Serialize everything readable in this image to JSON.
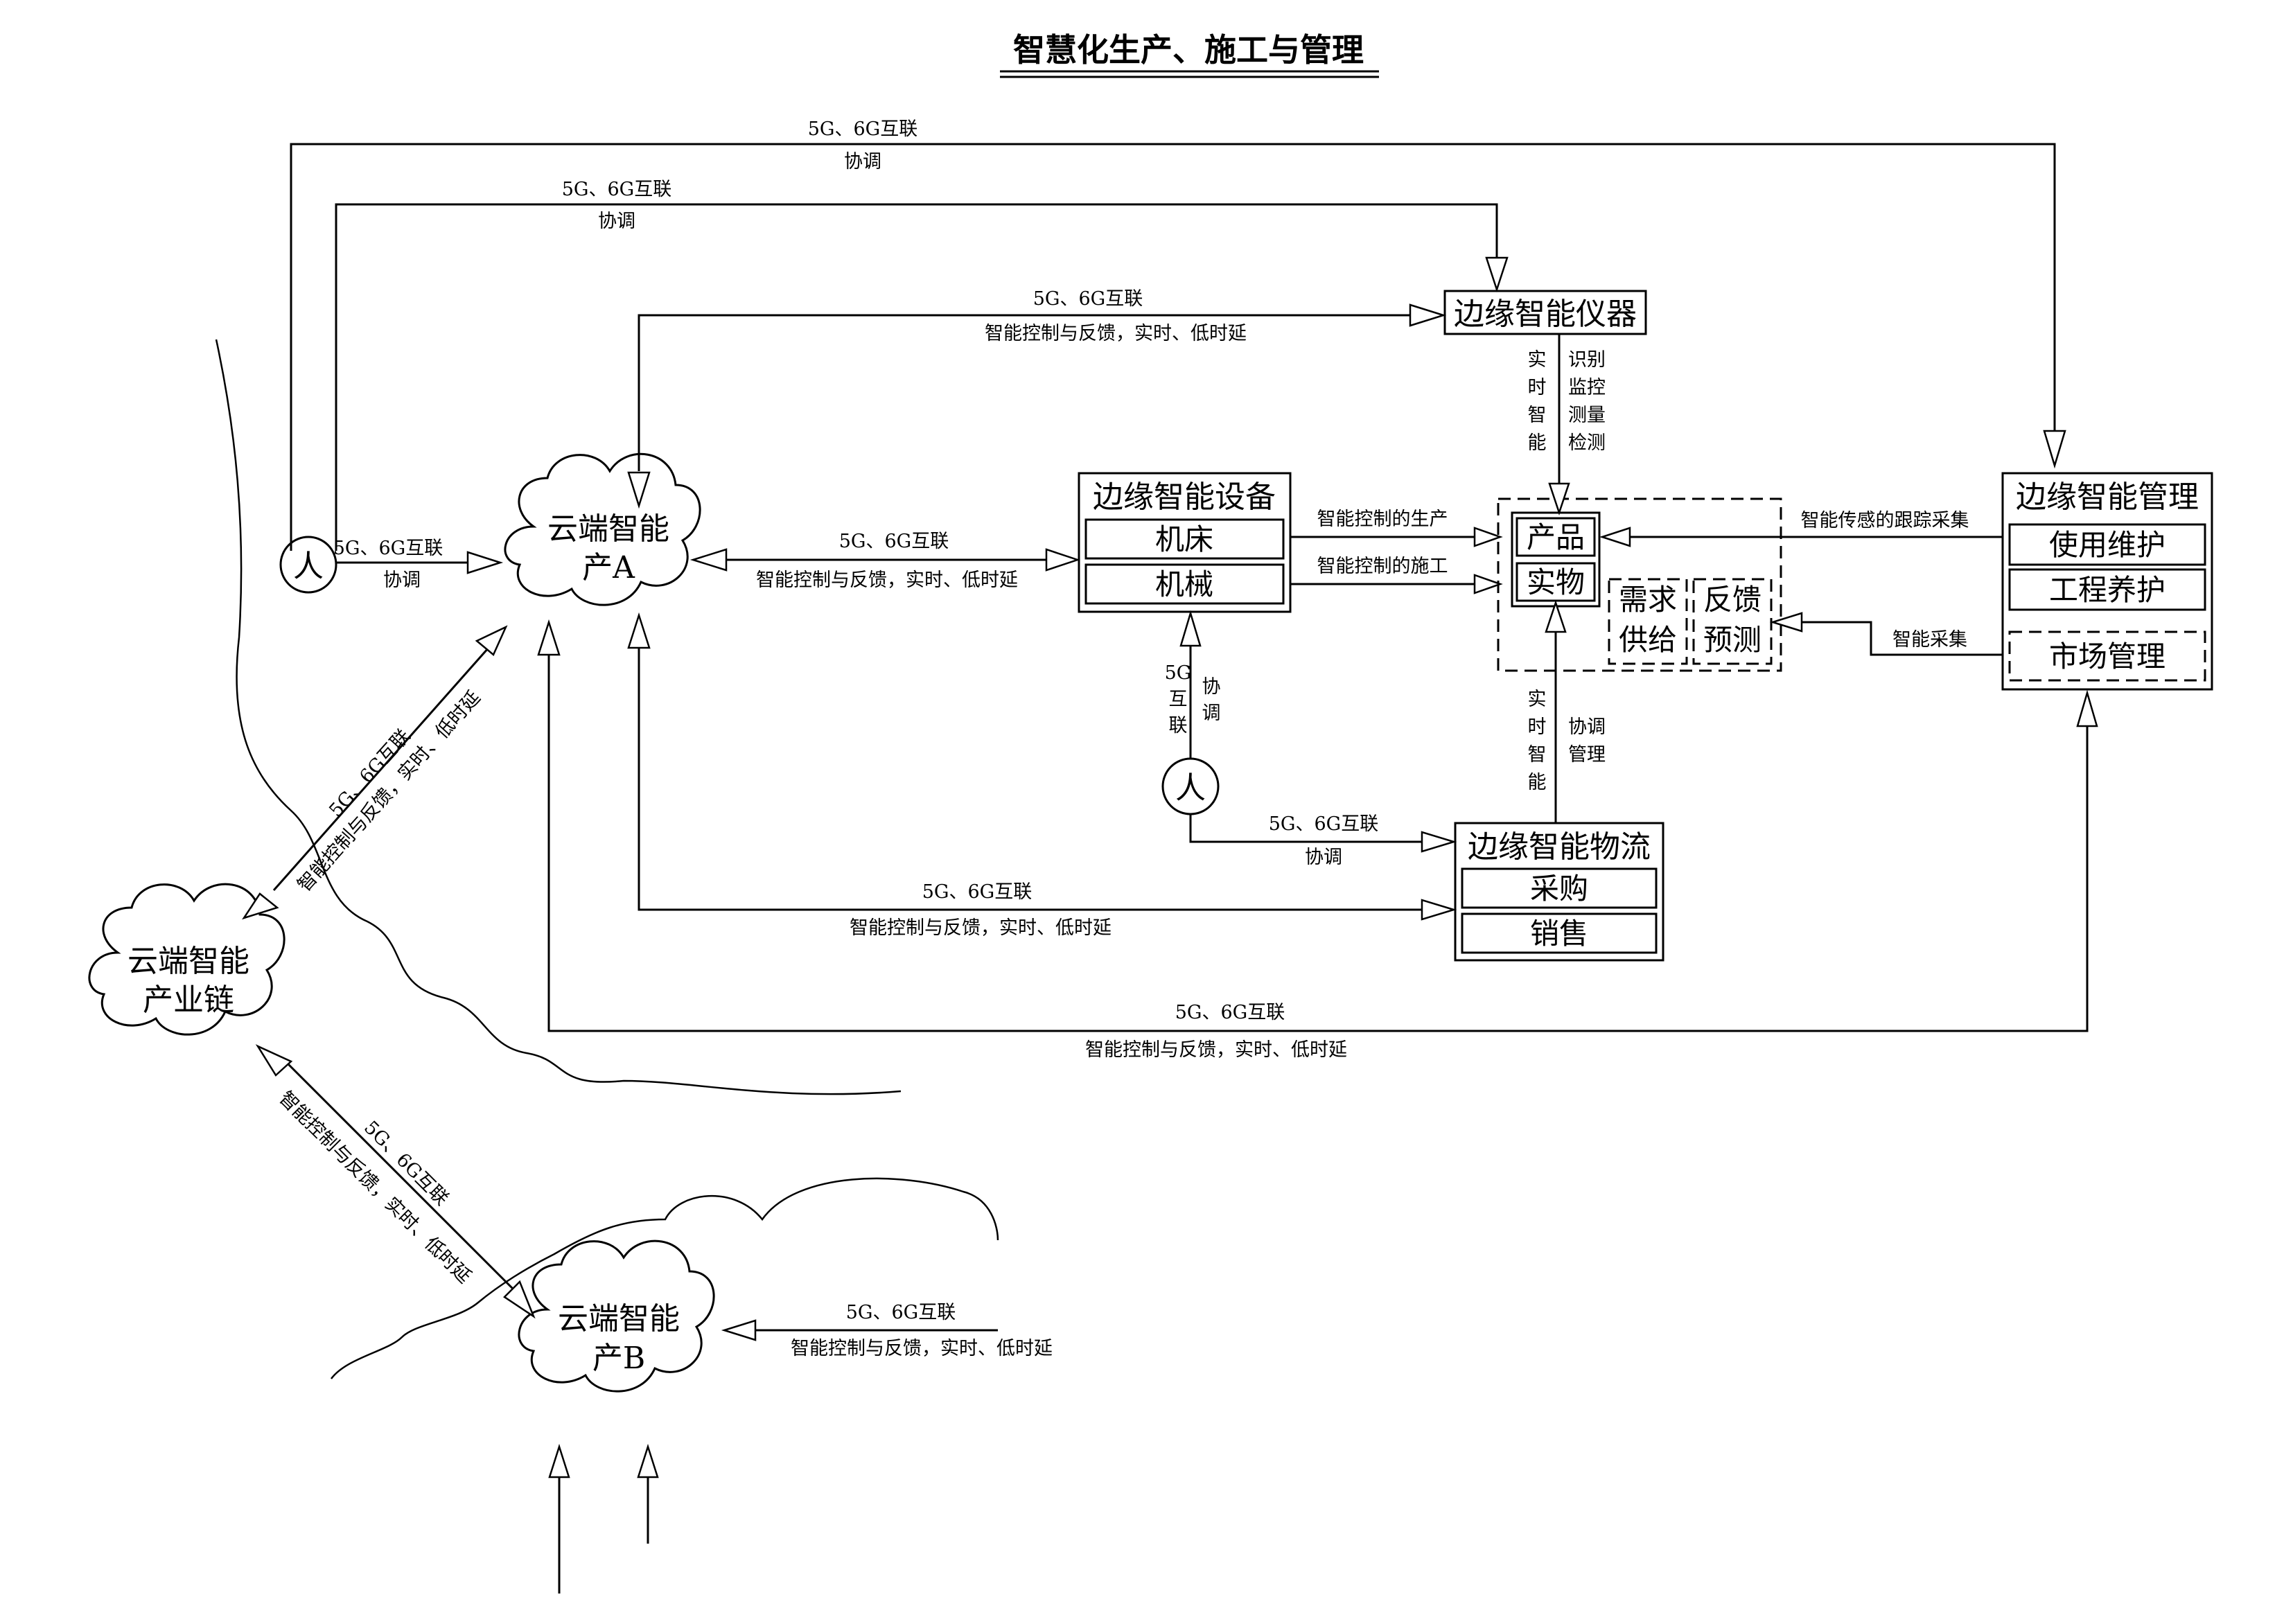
{
  "title": "智慧化生产、施工与管理",
  "common": {
    "net": "5G、6G互联",
    "coord": "协调",
    "ctrl": "智能控制与反馈，实时、低时延",
    "person": "人"
  },
  "clouds": {
    "a_line1": "云端智能",
    "a_line2": "产A",
    "chain_line1": "云端智能",
    "chain_line2": "产业链",
    "b_line1": "云端智能",
    "b_line2": "产B"
  },
  "instrument": {
    "title": "边缘智能仪器",
    "left_label": [
      "实",
      "时",
      "智",
      "能"
    ],
    "right_label": [
      "识别",
      "监控",
      "测量",
      "检测"
    ]
  },
  "equipment": {
    "title": "边缘智能设备",
    "items": [
      "机床",
      "机械"
    ],
    "out1": "智能控制的生产",
    "out2": "智能控制的施工"
  },
  "center": {
    "items": [
      "产品",
      "实物"
    ],
    "demand": [
      "需求",
      "供给"
    ],
    "feedback": [
      "反馈",
      "预测"
    ]
  },
  "management": {
    "title": "边缘智能管理",
    "items": [
      "使用维护",
      "工程养护"
    ],
    "market": "市场管理",
    "track_label": "智能传感的跟踪采集",
    "collect_label": "智能采集"
  },
  "logistics": {
    "title": "边缘智能物流",
    "items": [
      "采购",
      "销售"
    ],
    "left_label": [
      "实",
      "时",
      "智",
      "能"
    ],
    "right_label": [
      "协调",
      "管理"
    ]
  },
  "person2": {
    "net_vertical": [
      "5G",
      "互",
      "联"
    ],
    "coord_vertical": [
      "协",
      "调"
    ]
  }
}
